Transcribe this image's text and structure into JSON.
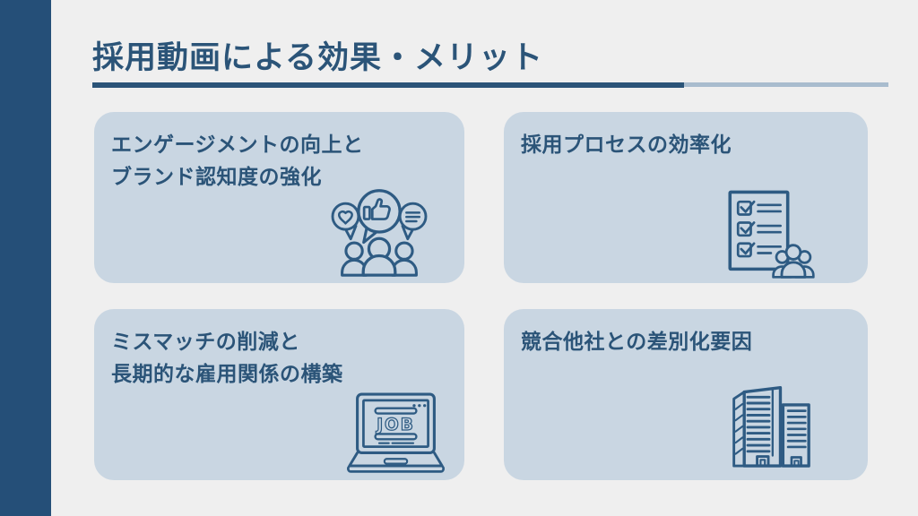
{
  "slide": {
    "title": "採用動画による効果・メリット"
  },
  "colors": {
    "background": "#efefef",
    "sidebar": "#254f78",
    "card_background": "#c9d6e2",
    "heading_text": "#2b5478",
    "icon_stroke": "#2e5b83",
    "underline_dark": "#2b5478",
    "underline_light": "#a9bcce"
  },
  "cards": [
    {
      "title_line1": "エンゲージメントの向上と",
      "title_line2": "ブランド認知度の強化",
      "icon": "social-engagement-icon"
    },
    {
      "title_line1": "採用プロセスの効率化",
      "title_line2": "",
      "icon": "checklist-people-icon"
    },
    {
      "title_line1": "ミスマッチの削減と",
      "title_line2": "長期的な雇用関係の構築",
      "icon": "laptop-job-icon"
    },
    {
      "title_line1": "競合他社との差別化要因",
      "title_line2": "",
      "icon": "office-buildings-icon"
    }
  ],
  "icons": {
    "laptop_screen_label": "JOB"
  }
}
